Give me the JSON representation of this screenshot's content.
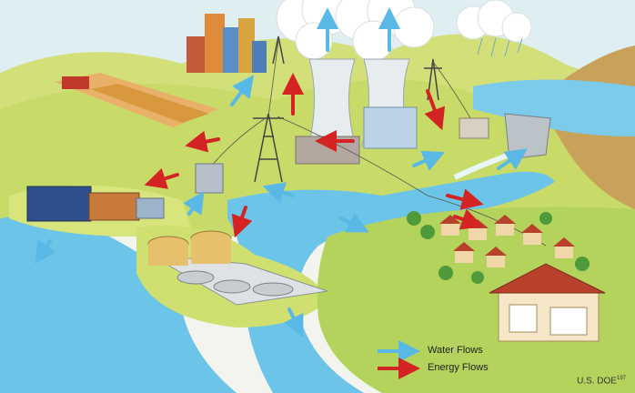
{
  "legend": {
    "water_label": "Water Flows",
    "energy_label": "Energy Flows"
  },
  "credit": {
    "text": "U.S. DOE",
    "ref": "197"
  },
  "colors": {
    "water_arrow": "#5ab8e6",
    "energy_arrow": "#d42323",
    "water": "#6cc4e8",
    "land_light": "#d9e87a",
    "land_green": "#a9cf4f",
    "sky": "#cfe8ee",
    "house_roof": "#b8412c",
    "house_wall": "#f5e6c8"
  }
}
